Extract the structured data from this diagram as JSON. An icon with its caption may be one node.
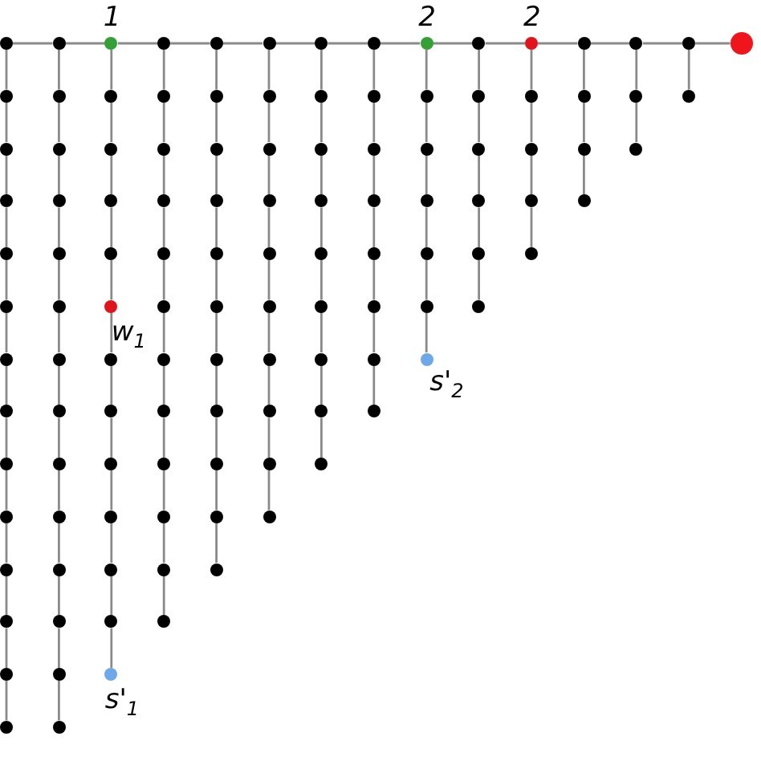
{
  "diagram": {
    "nodes": [
      {
        "text": [],
        "shape": "circle"
      },
      {
        "text": [],
        "shape": "circle"
      },
      {
        "text": [],
        "shape": "circle",
        "beside": [
          "1"
        ]
      },
      {
        "text": [],
        "shape": "circle"
      },
      {
        "text": [],
        "shape": "circle"
      },
      {
        "text": [],
        "shape": "circle"
      },
      {
        "text": [],
        "shape": "circle"
      },
      {
        "text": [],
        "shape": "circle"
      },
      {
        "text": [],
        "shape": "circle",
        "beside": [
          "2"
        ]
      },
      {
        "text": [],
        "shape": "circle"
      },
      {
        "text": [],
        "shape": "circle",
        "beside": [
          "2"
        ]
      },
      {
        "text": [],
        "shape": "circle"
      },
      {
        "text": [],
        "shape": "circle"
      },
      {
        "text": [],
        "shape": "circle"
      },
      {
        "text": [],
        "shape": "circle"
      },
      {
        "text": [],
        "shape": "circle"
      },
      {
        "text": [],
        "shape": "circle"
      },
      {
        "text": [],
        "shape": "circle"
      },
      {
        "text": [],
        "shape": "circle"
      },
      {
        "text": [],
        "shape": "circle"
      },
      {
        "text": [],
        "shape": "circle"
      },
      {
        "text": [],
        "shape": "circle"
      },
      {
        "text": [],
        "shape": "circle"
      },
      {
        "text": [],
        "shape": "circle"
      },
      {
        "text": [],
        "shape": "circle"
      },
      {
        "text": [],
        "shape": "circle"
      },
      {
        "text": [],
        "shape": "circle"
      },
      {
        "text": [],
        "shape": "circle"
      },
      {
        "text": [],
        "shape": "circle"
      },
      {
        "text": [],
        "shape": "circle"
      },
      {
        "text": [],
        "shape": "circle"
      },
      {
        "text": [],
        "shape": "circle"
      },
      {
        "text": [],
        "shape": "circle"
      },
      {
        "text": [],
        "shape": "circle"
      },
      {
        "text": [],
        "shape": "circle"
      },
      {
        "text": [],
        "shape": "circle"
      },
      {
        "text": [],
        "shape": "circle"
      },
      {
        "text": [],
        "shape": "circle"
      },
      {
        "text": [],
        "shape": "circle"
      },
      {
        "text": [],
        "shape": "circle"
      },
      {
        "text": [],
        "shape": "circle"
      },
      {
        "text": [],
        "shape": "circle"
      },
      {
        "text": [],
        "shape": "circle"
      },
      {
        "text": [],
        "shape": "circle"
      },
      {
        "text": [],
        "shape": "circle"
      },
      {
        "text": [],
        "shape": "circle"
      },
      {
        "text": [],
        "shape": "circle"
      },
      {
        "text": [],
        "shape": "circle"
      },
      {
        "text": [],
        "shape": "circle"
      },
      {
        "text": [],
        "shape": "circle"
      },
      {
        "text": [],
        "shape": "circle"
      },
      {
        "text": [],
        "shape": "circle"
      },
      {
        "text": [],
        "shape": "circle"
      },
      {
        "text": [],
        "shape": "circle"
      },
      {
        "text": [],
        "shape": "circle"
      },
      {
        "text": [],
        "shape": "circle"
      },
      {
        "text": [],
        "shape": "circle"
      },
      {
        "text": [],
        "shape": "circle"
      },
      {
        "text": [],
        "shape": "circle"
      },
      {
        "text": [],
        "shape": "circle"
      },
      {
        "text": [],
        "shape": "circle"
      },
      {
        "text": [],
        "shape": "circle"
      },
      {
        "text": [],
        "shape": "circle"
      },
      {
        "text": [],
        "shape": "circle"
      },
      {
        "text": [],
        "shape": "circle"
      },
      {
        "text": [],
        "shape": "circle"
      },
      {
        "text": [],
        "shape": "circle"
      },
      {
        "text": [],
        "shape": "circle",
        "beside": [
          "w$_{1}$"
        ]
      },
      {
        "text": [],
        "shape": "circle"
      },
      {
        "text": [],
        "shape": "circle"
      },
      {
        "text": [],
        "shape": "circle"
      },
      {
        "text": [],
        "shape": "circle"
      },
      {
        "text": [],
        "shape": "circle"
      },
      {
        "text": [],
        "shape": "circle"
      },
      {
        "text": [],
        "shape": "circle"
      },
      {
        "text": [],
        "shape": "circle"
      },
      {
        "text": [],
        "shape": "circle"
      },
      {
        "text": [],
        "shape": "circle"
      },
      {
        "text": [],
        "shape": "circle"
      },
      {
        "text": [],
        "shape": "circle"
      },
      {
        "text": [],
        "shape": "circle"
      },
      {
        "text": [],
        "shape": "circle"
      },
      {
        "text": [],
        "shape": "circle"
      },
      {
        "text": [],
        "shape": "circle",
        "beside": [
          "s'$_{2}$"
        ]
      },
      {
        "text": [],
        "shape": "circle"
      },
      {
        "text": [],
        "shape": "circle"
      },
      {
        "text": [],
        "shape": "circle"
      },
      {
        "text": [],
        "shape": "circle"
      },
      {
        "text": [],
        "shape": "circle"
      },
      {
        "text": [],
        "shape": "circle"
      },
      {
        "text": [],
        "shape": "circle"
      },
      {
        "text": [],
        "shape": "circle"
      },
      {
        "text": [],
        "shape": "circle"
      },
      {
        "text": [],
        "shape": "circle"
      },
      {
        "text": [],
        "shape": "circle"
      },
      {
        "text": [],
        "shape": "circle"
      },
      {
        "text": [],
        "shape": "circle"
      },
      {
        "text": [],
        "shape": "circle"
      },
      {
        "text": [],
        "shape": "circle"
      },
      {
        "text": [],
        "shape": "circle"
      },
      {
        "text": [],
        "shape": "circle"
      },
      {
        "text": [],
        "shape": "circle"
      },
      {
        "text": [],
        "shape": "circle"
      },
      {
        "text": [],
        "shape": "circle"
      },
      {
        "text": [],
        "shape": "circle"
      },
      {
        "text": [],
        "shape": "circle"
      },
      {
        "text": [],
        "shape": "circle"
      },
      {
        "text": [],
        "shape": "circle"
      },
      {
        "text": [],
        "shape": "circle"
      },
      {
        "text": [],
        "shape": "circle"
      },
      {
        "text": [],
        "shape": "circle"
      },
      {
        "text": [],
        "shape": "circle"
      },
      {
        "text": [],
        "shape": "circle"
      },
      {
        "text": [],
        "shape": "circle"
      },
      {
        "text": [],
        "shape": "circle"
      },
      {
        "text": [],
        "shape": "circle"
      },
      {
        "text": [],
        "shape": "circle",
        "beside": [
          "s'$_{1}$"
        ]
      },
      {
        "text": [],
        "shape": "circle"
      },
      {
        "text": [],
        "shape": "circle"
      }
    ],
    "edges": [
      {
        "from": 0,
        "to": 1,
        "arrow": "none"
      },
      {
        "from": 1,
        "to": 2,
        "arrow": "none"
      },
      {
        "from": 2,
        "to": 3,
        "arrow": "none"
      },
      {
        "from": 3,
        "to": 4,
        "arrow": "none"
      },
      {
        "from": 4,
        "to": 5,
        "arrow": "none"
      },
      {
        "from": 5,
        "to": 6,
        "arrow": "none"
      },
      {
        "from": 6,
        "to": 7,
        "arrow": "none"
      },
      {
        "from": 7,
        "to": 8,
        "arrow": "none"
      },
      {
        "from": 8,
        "to": 9,
        "arrow": "none"
      },
      {
        "from": 9,
        "to": 10,
        "arrow": "none"
      },
      {
        "from": 10,
        "to": 11,
        "arrow": "none"
      },
      {
        "from": 11,
        "to": 12,
        "arrow": "none"
      },
      {
        "from": 12,
        "to": 13,
        "arrow": "none"
      },
      {
        "from": 13,
        "to": 14,
        "arrow": "none"
      },
      {
        "from": 0,
        "to": 15,
        "arrow": "none"
      },
      {
        "from": 15,
        "to": 29,
        "arrow": "none"
      },
      {
        "from": 29,
        "to": 42,
        "arrow": "none"
      },
      {
        "from": 42,
        "to": 54,
        "arrow": "none"
      },
      {
        "from": 54,
        "to": 65,
        "arrow": "none"
      },
      {
        "from": 65,
        "to": 75,
        "arrow": "none"
      },
      {
        "from": 75,
        "to": 84,
        "arrow": "none"
      },
      {
        "from": 84,
        "to": 92,
        "arrow": "none"
      },
      {
        "from": 92,
        "to": 99,
        "arrow": "none"
      },
      {
        "from": 99,
        "to": 105,
        "arrow": "none"
      },
      {
        "from": 105,
        "to": 110,
        "arrow": "none"
      },
      {
        "from": 110,
        "to": 114,
        "arrow": "none"
      },
      {
        "from": 114,
        "to": 117,
        "arrow": "none"
      },
      {
        "from": 1,
        "to": 16,
        "arrow": "none"
      },
      {
        "from": 16,
        "to": 30,
        "arrow": "none"
      },
      {
        "from": 30,
        "to": 43,
        "arrow": "none"
      },
      {
        "from": 43,
        "to": 55,
        "arrow": "none"
      },
      {
        "from": 55,
        "to": 66,
        "arrow": "none"
      },
      {
        "from": 66,
        "to": 76,
        "arrow": "none"
      },
      {
        "from": 76,
        "to": 85,
        "arrow": "none"
      },
      {
        "from": 85,
        "to": 93,
        "arrow": "none"
      },
      {
        "from": 93,
        "to": 100,
        "arrow": "none"
      },
      {
        "from": 100,
        "to": 106,
        "arrow": "none"
      },
      {
        "from": 106,
        "to": 111,
        "arrow": "none"
      },
      {
        "from": 111,
        "to": 115,
        "arrow": "none"
      },
      {
        "from": 115,
        "to": 118,
        "arrow": "none"
      },
      {
        "from": 2,
        "to": 17,
        "arrow": "none"
      },
      {
        "from": 17,
        "to": 31,
        "arrow": "none"
      },
      {
        "from": 31,
        "to": 44,
        "arrow": "none"
      },
      {
        "from": 44,
        "to": 56,
        "arrow": "none"
      },
      {
        "from": 56,
        "to": 67,
        "arrow": "none"
      },
      {
        "from": 67,
        "to": 77,
        "arrow": "none"
      },
      {
        "from": 77,
        "to": 86,
        "arrow": "none"
      },
      {
        "from": 86,
        "to": 94,
        "arrow": "none"
      },
      {
        "from": 94,
        "to": 101,
        "arrow": "none"
      },
      {
        "from": 101,
        "to": 107,
        "arrow": "none"
      },
      {
        "from": 107,
        "to": 112,
        "arrow": "none"
      },
      {
        "from": 112,
        "to": 116,
        "arrow": "none"
      },
      {
        "from": 3,
        "to": 18,
        "arrow": "none"
      },
      {
        "from": 18,
        "to": 32,
        "arrow": "none"
      },
      {
        "from": 32,
        "to": 45,
        "arrow": "none"
      },
      {
        "from": 45,
        "to": 57,
        "arrow": "none"
      },
      {
        "from": 57,
        "to": 68,
        "arrow": "none"
      },
      {
        "from": 68,
        "to": 78,
        "arrow": "none"
      },
      {
        "from": 78,
        "to": 87,
        "arrow": "none"
      },
      {
        "from": 87,
        "to": 95,
        "arrow": "none"
      },
      {
        "from": 95,
        "to": 102,
        "arrow": "none"
      },
      {
        "from": 102,
        "to": 108,
        "arrow": "none"
      },
      {
        "from": 108,
        "to": 113,
        "arrow": "none"
      },
      {
        "from": 4,
        "to": 19,
        "arrow": "none"
      },
      {
        "from": 19,
        "to": 33,
        "arrow": "none"
      },
      {
        "from": 33,
        "to": 46,
        "arrow": "none"
      },
      {
        "from": 46,
        "to": 58,
        "arrow": "none"
      },
      {
        "from": 58,
        "to": 69,
        "arrow": "none"
      },
      {
        "from": 69,
        "to": 79,
        "arrow": "none"
      },
      {
        "from": 79,
        "to": 88,
        "arrow": "none"
      },
      {
        "from": 88,
        "to": 96,
        "arrow": "none"
      },
      {
        "from": 96,
        "to": 103,
        "arrow": "none"
      },
      {
        "from": 103,
        "to": 109,
        "arrow": "none"
      },
      {
        "from": 5,
        "to": 20,
        "arrow": "none"
      },
      {
        "from": 20,
        "to": 34,
        "arrow": "none"
      },
      {
        "from": 34,
        "to": 47,
        "arrow": "none"
      },
      {
        "from": 47,
        "to": 59,
        "arrow": "none"
      },
      {
        "from": 59,
        "to": 70,
        "arrow": "none"
      },
      {
        "from": 70,
        "to": 80,
        "arrow": "none"
      },
      {
        "from": 80,
        "to": 89,
        "arrow": "none"
      },
      {
        "from": 89,
        "to": 97,
        "arrow": "none"
      },
      {
        "from": 97,
        "to": 104,
        "arrow": "none"
      },
      {
        "from": 6,
        "to": 21,
        "arrow": "none"
      },
      {
        "from": 21,
        "to": 35,
        "arrow": "none"
      },
      {
        "from": 35,
        "to": 48,
        "arrow": "none"
      },
      {
        "from": 48,
        "to": 60,
        "arrow": "none"
      },
      {
        "from": 60,
        "to": 71,
        "arrow": "none"
      },
      {
        "from": 71,
        "to": 81,
        "arrow": "none"
      },
      {
        "from": 81,
        "to": 90,
        "arrow": "none"
      },
      {
        "from": 90,
        "to": 98,
        "arrow": "none"
      },
      {
        "from": 7,
        "to": 22,
        "arrow": "none"
      },
      {
        "from": 22,
        "to": 36,
        "arrow": "none"
      },
      {
        "from": 36,
        "to": 49,
        "arrow": "none"
      },
      {
        "from": 49,
        "to": 61,
        "arrow": "none"
      },
      {
        "from": 61,
        "to": 72,
        "arrow": "none"
      },
      {
        "from": 72,
        "to": 82,
        "arrow": "none"
      },
      {
        "from": 82,
        "to": 91,
        "arrow": "none"
      },
      {
        "from": 8,
        "to": 23,
        "arrow": "none"
      },
      {
        "from": 23,
        "to": 37,
        "arrow": "none"
      },
      {
        "from": 37,
        "to": 50,
        "arrow": "none"
      },
      {
        "from": 50,
        "to": 62,
        "arrow": "none"
      },
      {
        "from": 62,
        "to": 73,
        "arrow": "none"
      },
      {
        "from": 73,
        "to": 83,
        "arrow": "none"
      },
      {
        "from": 9,
        "to": 24,
        "arrow": "none"
      },
      {
        "from": 24,
        "to": 38,
        "arrow": "none"
      },
      {
        "from": 38,
        "to": 51,
        "arrow": "none"
      },
      {
        "from": 51,
        "to": 63,
        "arrow": "none"
      },
      {
        "from": 63,
        "to": 74,
        "arrow": "none"
      },
      {
        "from": 10,
        "to": 25,
        "arrow": "none"
      },
      {
        "from": 25,
        "to": 39,
        "arrow": "none"
      },
      {
        "from": 39,
        "to": 52,
        "arrow": "none"
      },
      {
        "from": 52,
        "to": 64,
        "arrow": "none"
      },
      {
        "from": 11,
        "to": 26,
        "arrow": "none"
      },
      {
        "from": 26,
        "to": 40,
        "arrow": "none"
      },
      {
        "from": 40,
        "to": 53,
        "arrow": "none"
      },
      {
        "from": 12,
        "to": 27,
        "arrow": "none"
      },
      {
        "from": 27,
        "to": 41,
        "arrow": "none"
      },
      {
        "from": 13,
        "to": 28,
        "arrow": "none"
      }
    ]
  }
}
